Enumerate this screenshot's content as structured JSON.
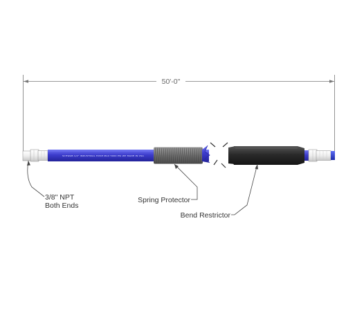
{
  "dimension": {
    "overall_length": "50'-0\""
  },
  "callouts": {
    "fitting": {
      "line1": "3/8\" NPT",
      "line2": "Both Ends"
    },
    "spring": "Spring Protector",
    "bend": "Bend Restrictor"
  },
  "hose": {
    "print_text": "SCHWAB  1/2\"  INDUSTRIAL HOSE MAX 5000 PSI WP  MADE IN USA"
  },
  "colors": {
    "hose": "#3c3ccc",
    "hose_dark": "#2a2aa8",
    "hose_end_cap": "#2b3bd8",
    "spring": "#7a7a7a",
    "restrictor": "#2f2f2f",
    "fitting": "#f2f2f2",
    "line": "#555555"
  }
}
